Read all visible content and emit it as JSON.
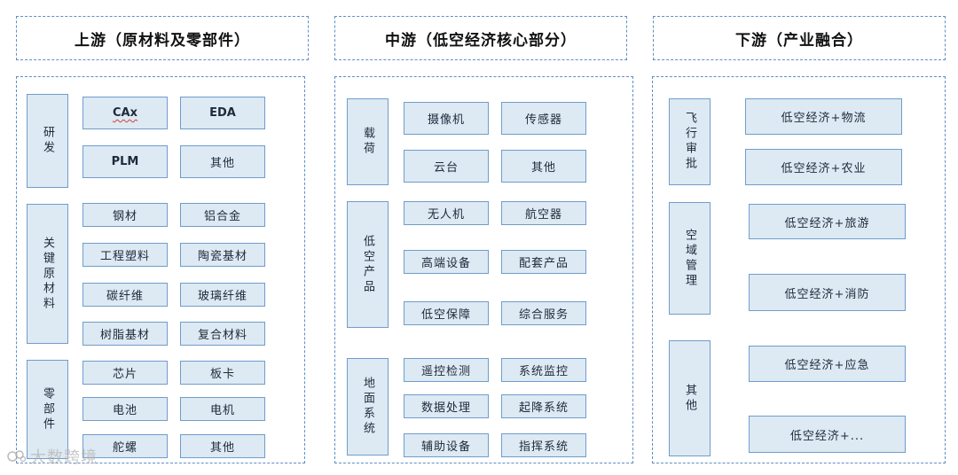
{
  "headers": {
    "upstream": "上游（原材料及零部件）",
    "midstream": "中游（低空经济核心部分）",
    "downstream": "下游（产业融合）"
  },
  "upstream": {
    "rd": {
      "label": "研发",
      "items": [
        "CAx",
        "EDA",
        "PLM",
        "其他"
      ]
    },
    "materials": {
      "label": "关键原材料",
      "items": [
        "钢材",
        "铝合金",
        "工程塑料",
        "陶瓷基材",
        "碳纤维",
        "玻璃纤维",
        "树脂基材",
        "复合材料"
      ]
    },
    "parts": {
      "label": "零部件",
      "items": [
        "芯片",
        "板卡",
        "电池",
        "电机",
        "舵螺",
        "其他"
      ]
    }
  },
  "midstream": {
    "payload": {
      "label": "载荷",
      "items": [
        "摄像机",
        "传感器",
        "云台",
        "其他"
      ]
    },
    "products": {
      "label": "低空产品",
      "items": [
        "无人机",
        "航空器",
        "高端设备",
        "配套产品",
        "低空保障",
        "综合服务"
      ]
    },
    "ground": {
      "label": "地面系统",
      "items": [
        "遥控检测",
        "系统监控",
        "数据处理",
        "起降系统",
        "辅助设备",
        "指挥系统"
      ]
    }
  },
  "downstream": {
    "approval": {
      "label": "飞行审批",
      "items": [
        "低空经济+物流",
        "低空经济+农业"
      ]
    },
    "airspace": {
      "label": "空域管理",
      "items": [
        "低空经济+旅游",
        "低空经济+消防"
      ]
    },
    "other": {
      "label": "其他",
      "items": [
        "低空经济+应急",
        "低空经济+..."
      ]
    }
  },
  "watermark": "大数跨境"
}
